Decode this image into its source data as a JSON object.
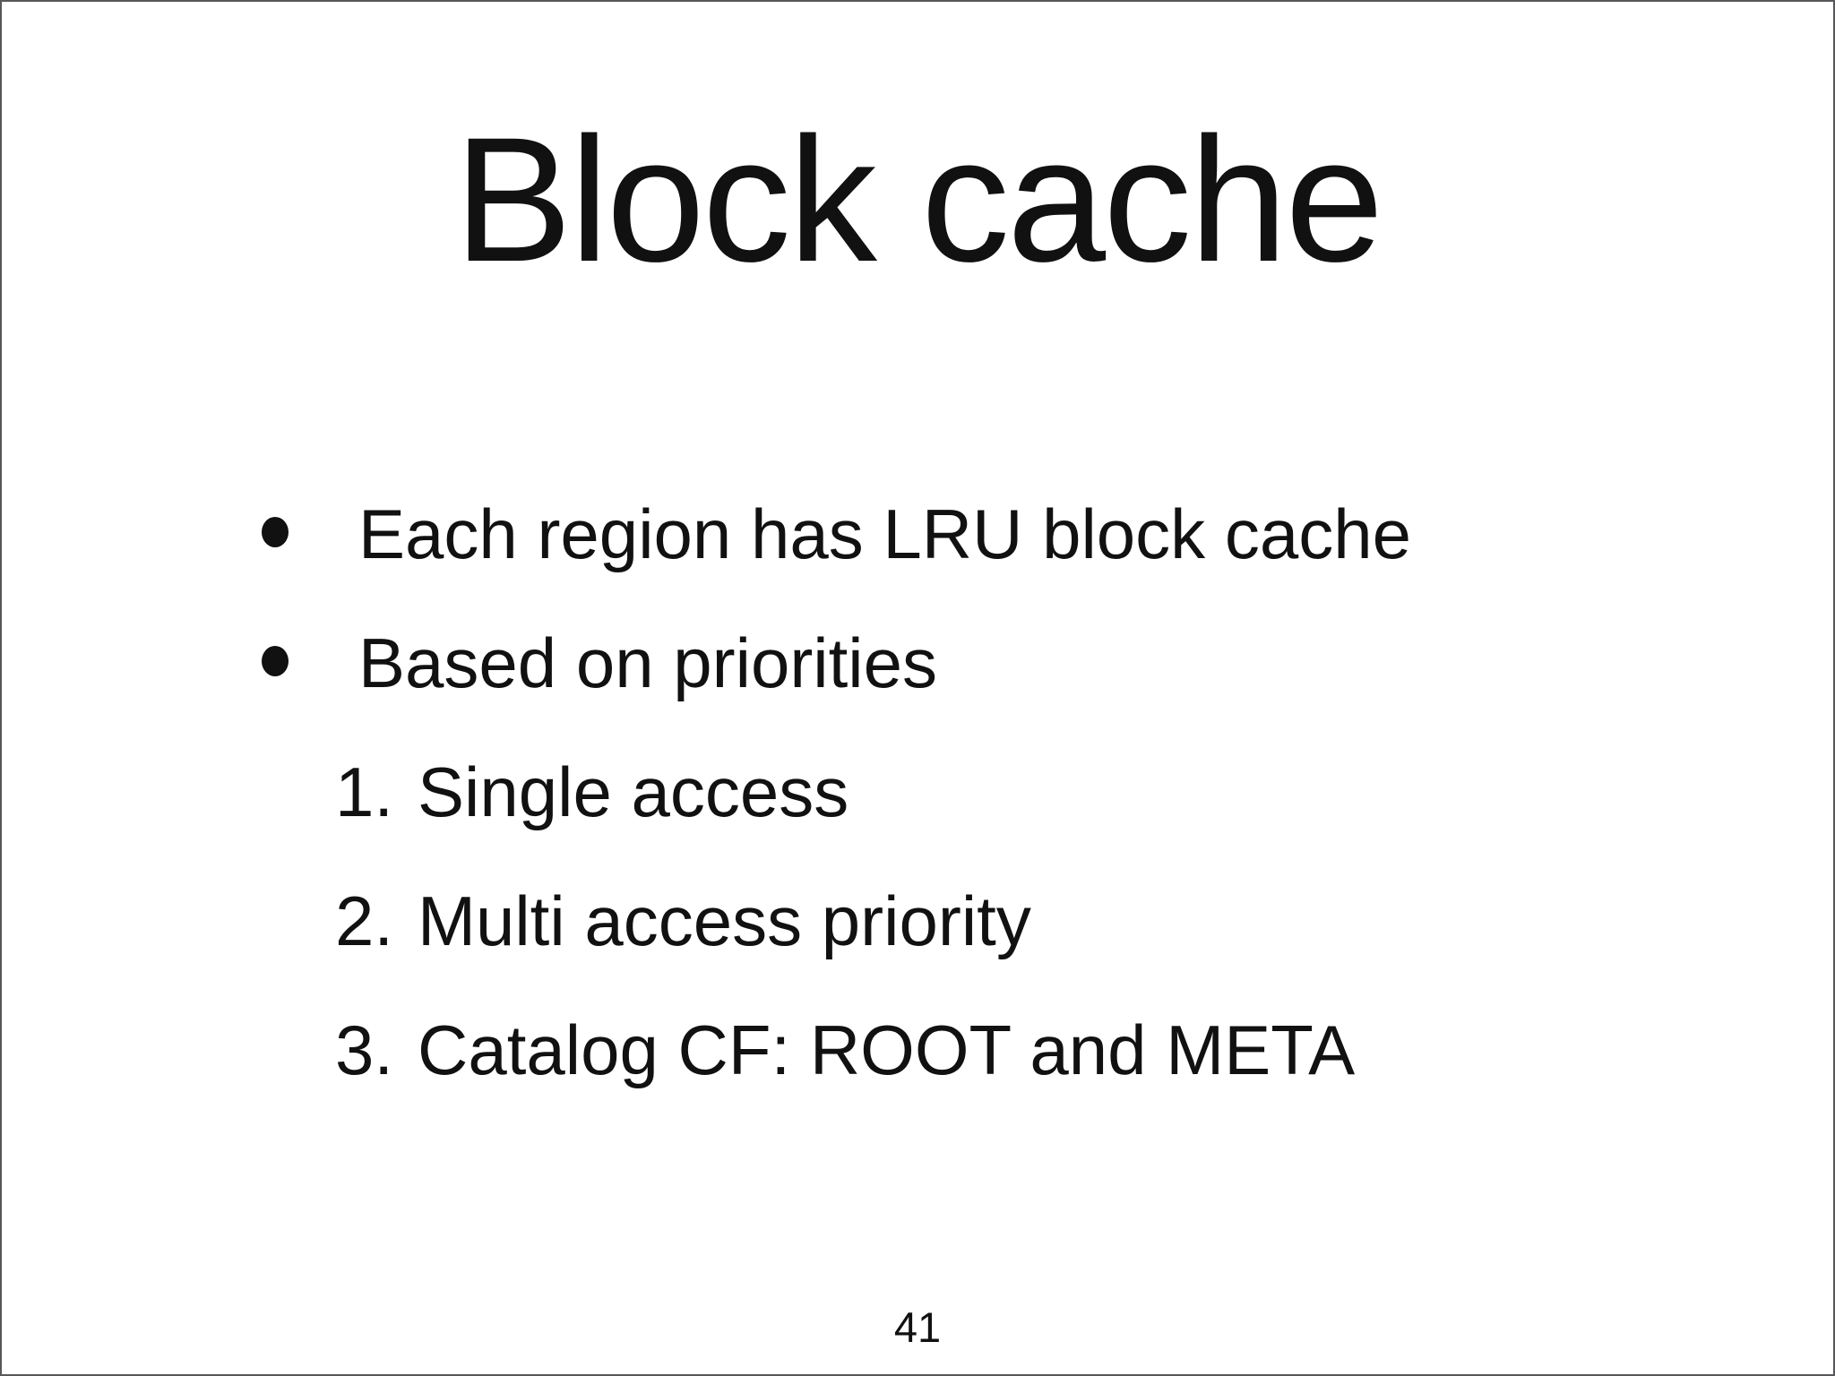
{
  "slide": {
    "title": "Block cache",
    "bullets": [
      "Each region has LRU block cache",
      "Based on priorities"
    ],
    "numbered_items": [
      {
        "number": "1.",
        "text": "Single access"
      },
      {
        "number": "2.",
        "text": "Multi access priority"
      },
      {
        "number": "3.",
        "text": "Catalog CF: ROOT and META"
      }
    ],
    "page_number": "41"
  },
  "colors": {
    "background": "#ffffff",
    "text": "#111111",
    "border": "#58585a"
  }
}
